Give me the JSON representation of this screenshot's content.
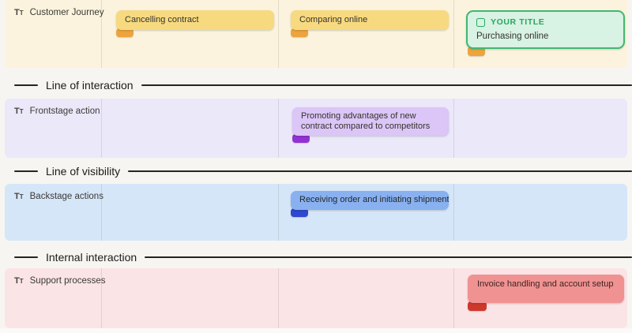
{
  "icons": {
    "t_large": "T",
    "t_small": "T"
  },
  "rows": [
    {
      "label": "Customer Journey",
      "icon": "text-icon",
      "bg": "#fbf3dd"
    },
    {
      "label": "Frontstage action",
      "icon": "text-icon",
      "bg": "#ebe8fa"
    },
    {
      "label": "Backstage actions",
      "icon": "text-icon",
      "bg": "#d6e6f9"
    },
    {
      "label": "Support processes",
      "icon": "text-icon",
      "bg": "#fbe4e5"
    }
  ],
  "separators": [
    {
      "label": "Line of interaction"
    },
    {
      "label": "Line of visibility"
    },
    {
      "label": "Internal interaction"
    }
  ],
  "notes": [
    {
      "text": "Cancelling contract",
      "color": "#f7da80",
      "tab_color": "#eea43d",
      "row": "Customer Journey"
    },
    {
      "text": "Comparing online",
      "color": "#f7da80",
      "tab_color": "#eea43d",
      "row": "Customer Journey"
    },
    {
      "title": "YOUR TITLE",
      "text": "Purchasing online",
      "color": "#d8f2e3",
      "border_color": "#41b873",
      "title_color": "#27a75f",
      "tab_color": "#eea43d",
      "selected": true,
      "row": "Customer Journey"
    },
    {
      "text": "Promoting advantages of new contract compared to competitors",
      "color": "#dbc6f7",
      "tab_color": "#9232d2",
      "row": "Frontstage action"
    },
    {
      "text": "Receiving order and initiating shipment",
      "color": "#89b1ef",
      "tab_color": "#2e49cf",
      "row": "Backstage actions"
    },
    {
      "text": "Invoice handling and account setup",
      "color": "#f09292",
      "tab_color": "#cf392b",
      "row": "Support processes"
    }
  ]
}
